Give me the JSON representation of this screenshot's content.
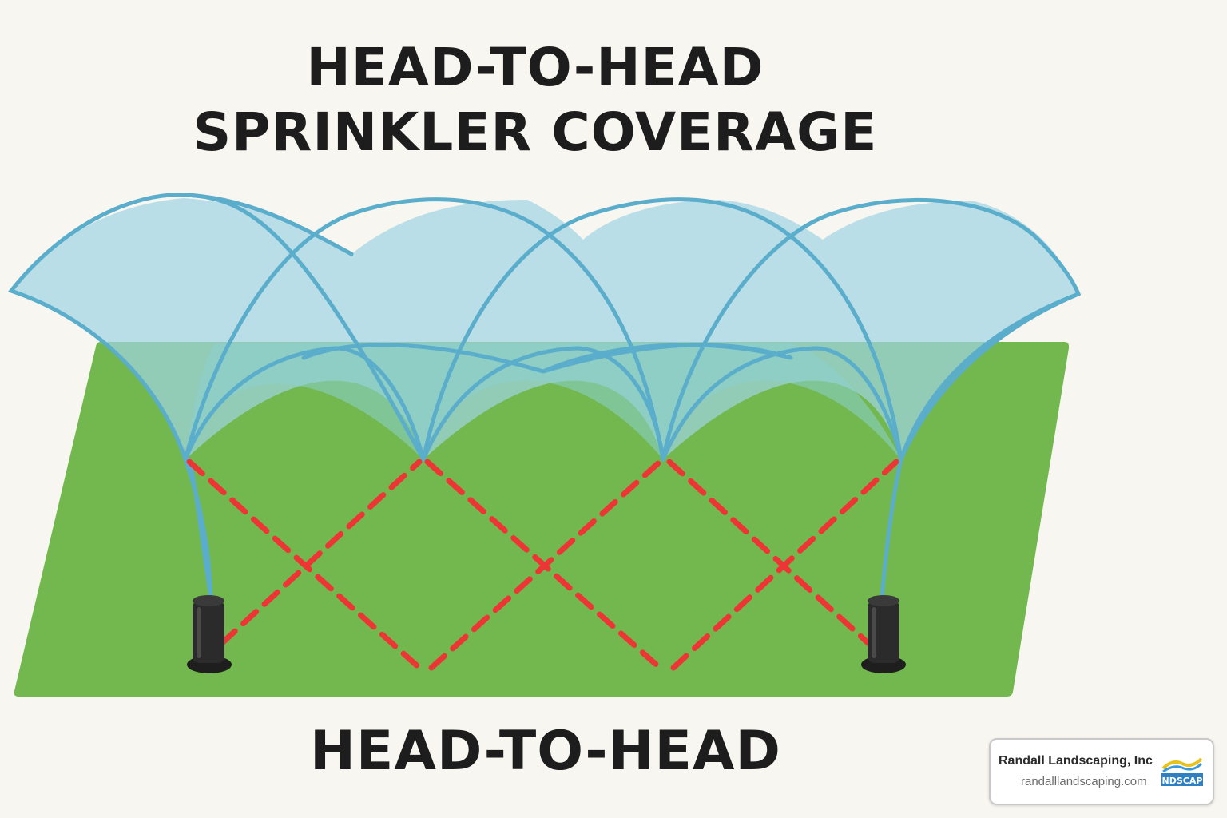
{
  "title": {
    "line1": "HEAD-TO-HEAD",
    "line2": "SPRINKLER COVERAGE"
  },
  "bottom_label": "HEAD-TO-HEAD",
  "brand": {
    "name": "Randall Landscaping, Inc",
    "url": "randalllandscaping.com",
    "logo_text": "NDSCAP"
  },
  "colors": {
    "background": "#f8f6f0",
    "lawn": "#72b84e",
    "spray": "#5badcc",
    "spray_fill": "#9fd4e2",
    "overlap_line": "#ee3535",
    "sprinkler_head": "#2b2b2b"
  },
  "icons": {
    "sprinkler_left": "sprinkler-head-icon",
    "sprinkler_right": "sprinkler-head-icon",
    "brand_logo": "randall-logo-icon"
  }
}
